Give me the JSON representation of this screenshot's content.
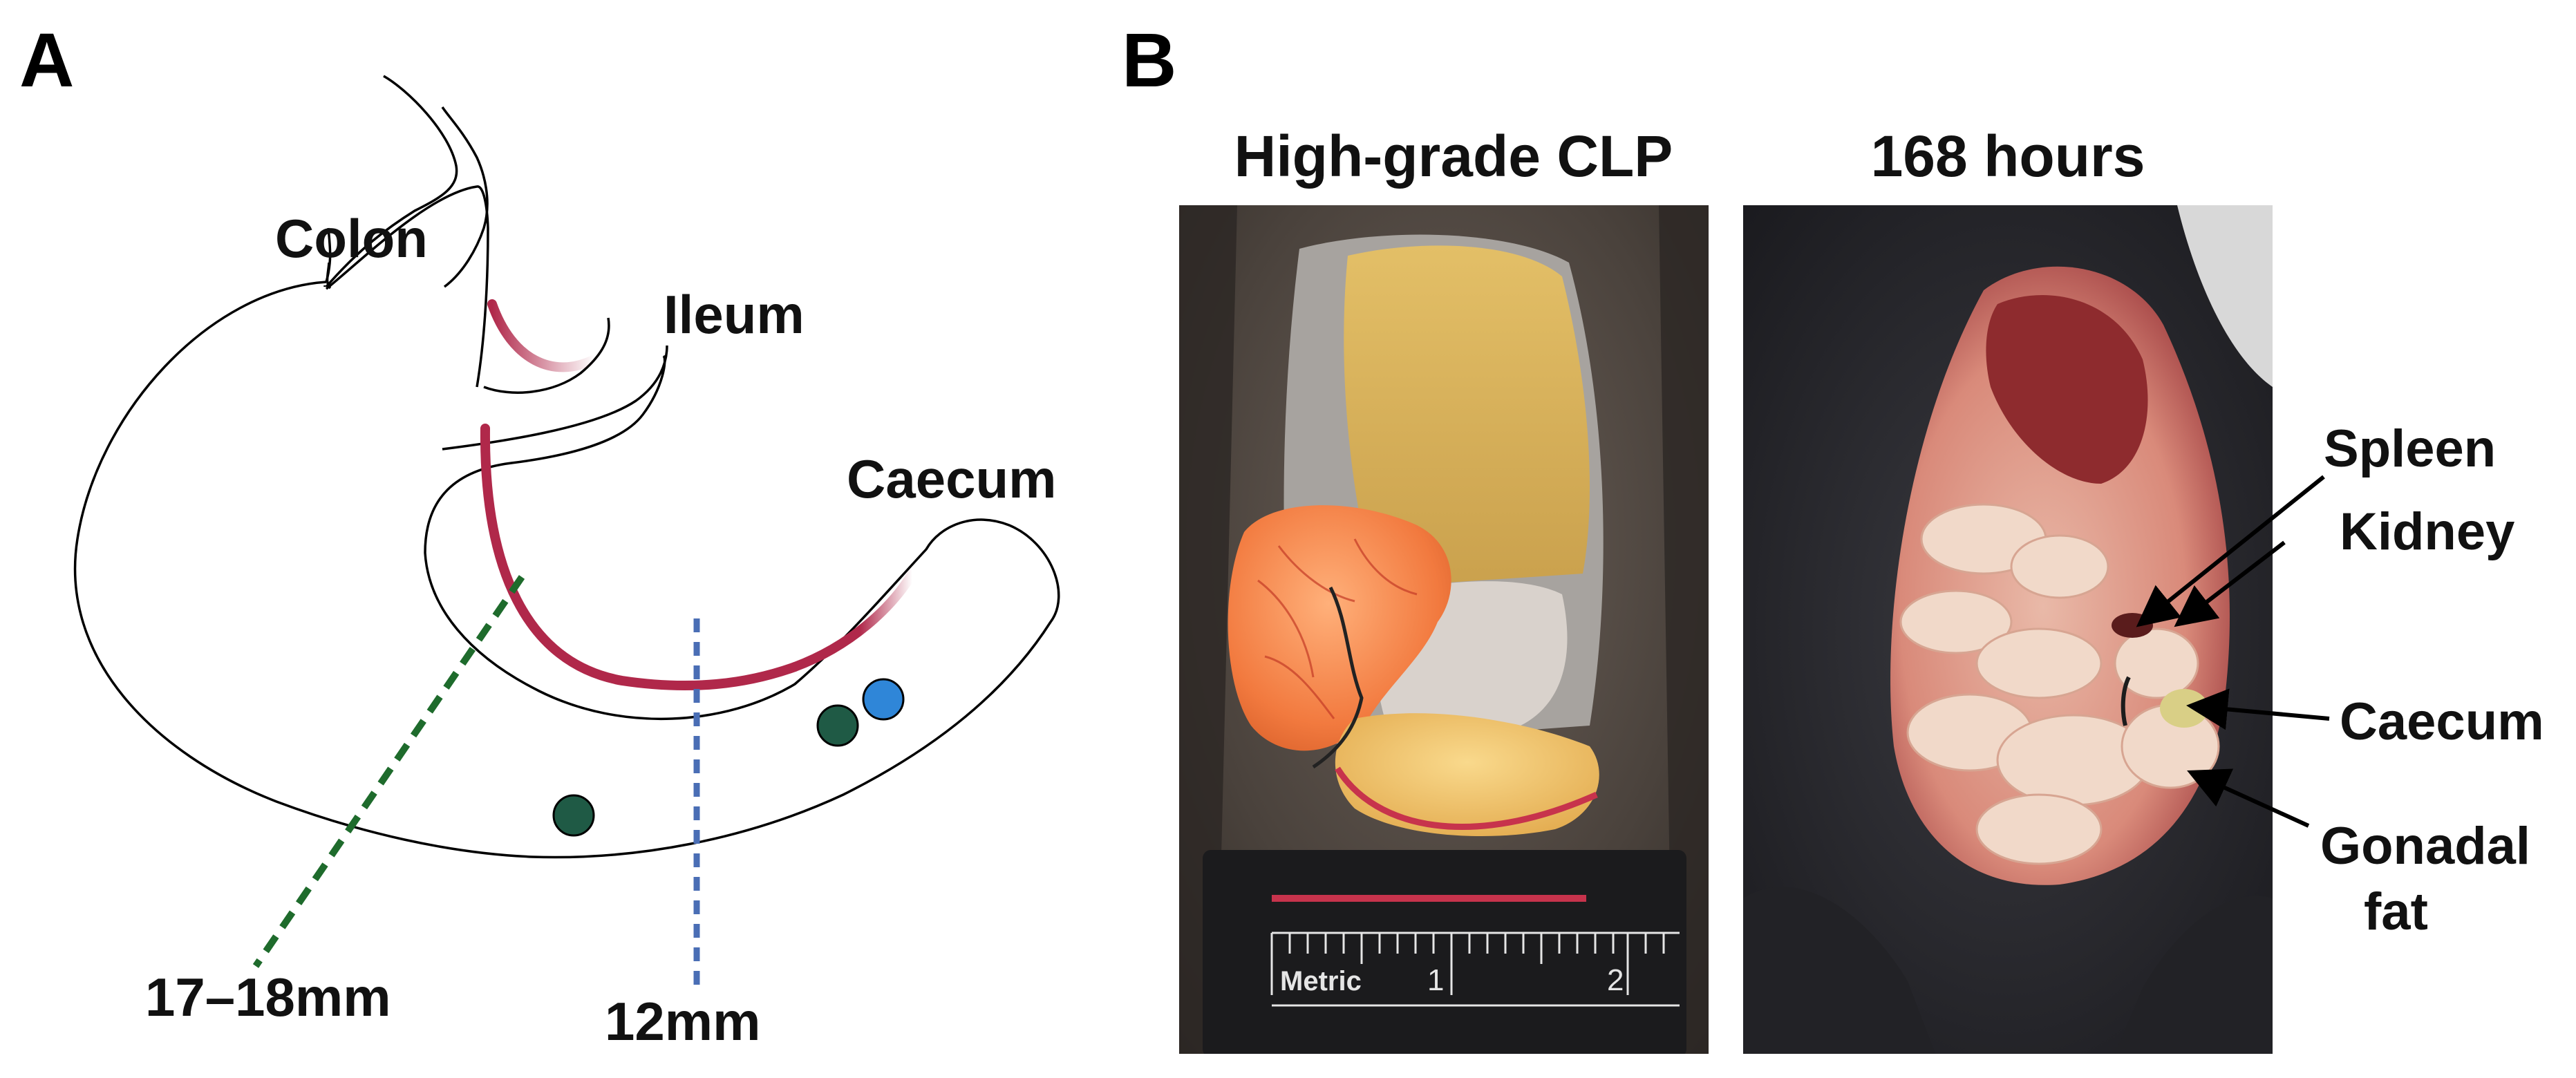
{
  "panel_a": {
    "letter": "A",
    "labels": {
      "colon": "Colon",
      "ileum": "Ileum",
      "caecum": "Caecum",
      "cut_far": "17–18mm",
      "cut_near": "12mm"
    }
  },
  "panel_b": {
    "letter": "B",
    "photo_left_title": "High-grade CLP",
    "photo_right_title": "168 hours",
    "ruler": {
      "brand": "Metric",
      "tick_1": "1",
      "tick_2": "2"
    },
    "callouts": {
      "spleen": "Spleen",
      "kidney": "Kidney",
      "caecum": "Caecum",
      "gonadal_1": "Gonadal",
      "gonadal_2": "fat"
    }
  },
  "colors": {
    "ligation_red": "#b0284a",
    "green_dash": "#1e6b2c",
    "blue_dash": "#4a6eb5",
    "dot_green": "#1f5a45",
    "dot_blue": "#2f86d8"
  }
}
